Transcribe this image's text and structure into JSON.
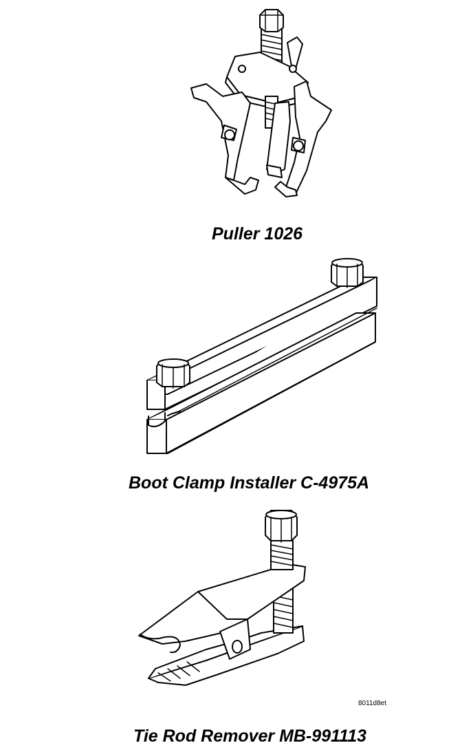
{
  "tools": [
    {
      "caption": "Puller 1026"
    },
    {
      "caption": "Boot Clamp Installer C-4975A"
    },
    {
      "caption": "Tie Rod Remover MB-991113"
    }
  ],
  "figure_id": "8011d8et",
  "colors": {
    "ink": "#000000",
    "paper": "#ffffff"
  }
}
